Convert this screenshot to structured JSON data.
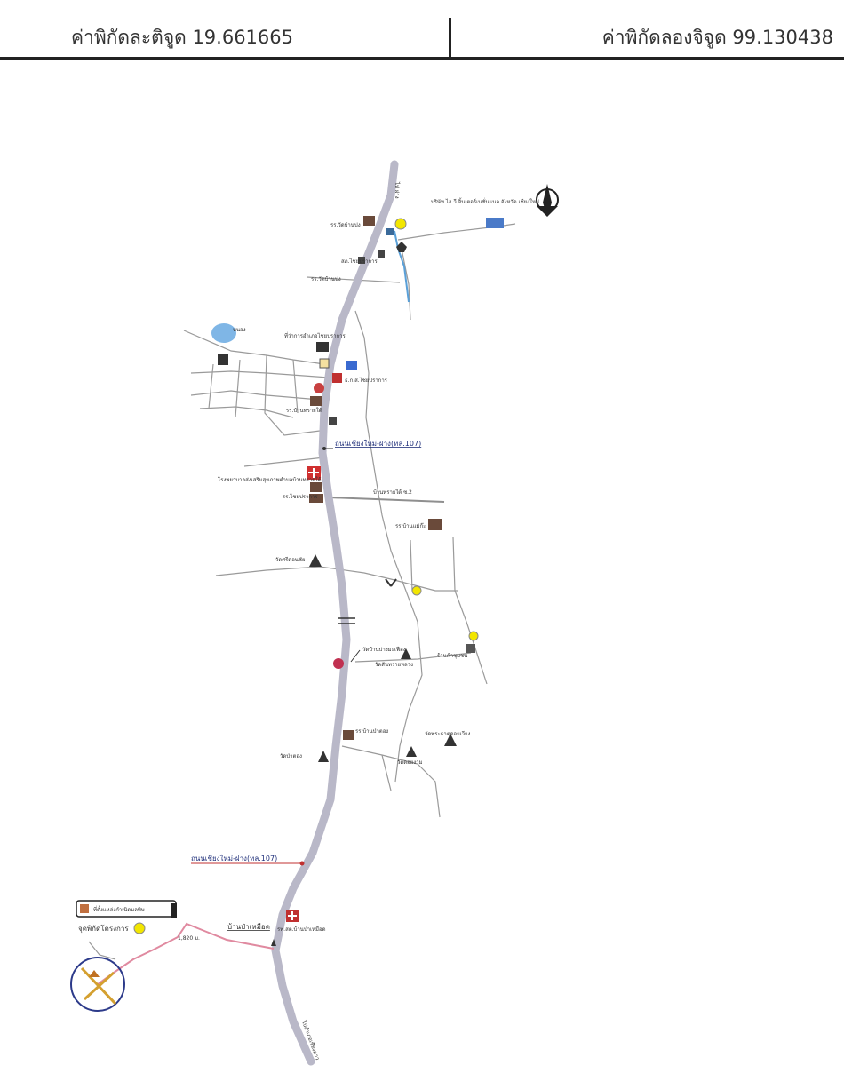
{
  "header": {
    "latitude_text": "ค่าพิกัดละติจูด 19.661665",
    "longitude_text": "ค่าพิกัดลองจิจูด 99.130438"
  },
  "map": {
    "road_label_upper": "ถนนเชียงใหม่-ฝาง(ทล.107)",
    "road_label_lower": "ถนนเชียงใหม่-ฝาง(ทล.107)",
    "school_top_label": "รร.วัดบ้านปง",
    "corporate_label": "บริษัท ไฮ วี จิ้นเตอร์เนชั่นแนล จังหวัด เชียงใหม่",
    "district_office_label": "ที่ว่าการอำเภอไชยปราการ",
    "bank_label": "ธ.ก.ส.ไชยปราการ",
    "school_mid_label": "รร.บ้านทรายใต้",
    "hospital_label": "โรงพยาบาลส่งเสริมสุขภาพตำบลบ้านทรายใต้",
    "school_lower_label": "รร.ไชยปราการ",
    "side_road_label": "บ้านทรายใต้ ซ.2",
    "school_east_label": "รร.บ้านแม่ก๊ะ",
    "temple_west_label": "วัดศรีดอนชัย",
    "temple_mid_label": "วัดสันทรายหลวง",
    "temple_south_label": "วัดบ้านปางมะเฟือง",
    "temple_sw_label": "วัดป่าตอง",
    "temple_se_label": "วัดพระธาตุดอยเวียง",
    "temple_se2_label": "วัดดอยงาม",
    "school_south_label": "รร.บ้านป่าตอง",
    "market_label": "ร้านค้าชุมชน",
    "legend_label": "ที่ตั้งแหล่งกำเนิดมลพิษ",
    "point_label": "จุดพิกัดโครงการ",
    "village_label": "บ้านป่าเหมือด",
    "distance_label": "1,820 ม.",
    "clinic_label": "รพ.สต.บ้านป่าเหมือด",
    "bottom_road_label": "ไปอำเภอเชียงดาว",
    "top_road_label": "ไป ฝาง",
    "pond_label": "หนอง",
    "police_label": "สภ.ไชยปราการ",
    "colors": {
      "main_road": "#b9b8c8",
      "minor_road": "#9a9a9a",
      "water": "#5aa0d8",
      "route": "#e08aa0",
      "marker": "#f2e600",
      "label_road": "#1f2f7a"
    }
  }
}
